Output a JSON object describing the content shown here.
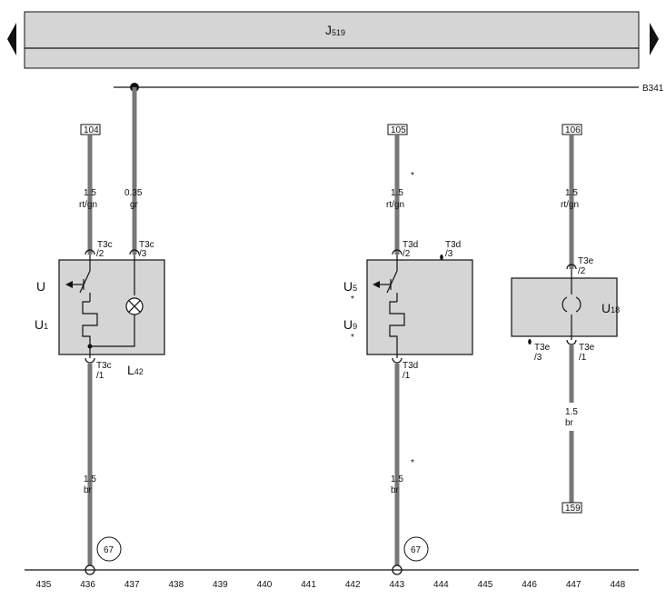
{
  "colors": {
    "wire": "#777777",
    "component_fill": "#d5d5d5",
    "line": "#111111"
  },
  "control_unit": {
    "main": "J",
    "sub": "519"
  },
  "nav": {
    "left_icon": "triangle-left-icon",
    "right_icon": "triangle-right-icon"
  },
  "bus": {
    "label": "B341"
  },
  "connectors": {
    "c104": "104",
    "c105": "105",
    "c106": "106",
    "c159": "159"
  },
  "wires": {
    "w436_top_size": "1.5",
    "w436_top_color": "rt/gn",
    "w437_size": "0.35",
    "w437_color": "gr",
    "w436_bot_size": "1.5",
    "w436_bot_color": "br",
    "w443_top_size": "1.5",
    "w443_top_color": "rt/gn",
    "w443_bot_size": "1.5",
    "w443_bot_color": "br",
    "w447_top_size": "1.5",
    "w447_top_color": "rt/gn",
    "w447_bot_size": "1.5",
    "w447_bot_color": "br"
  },
  "pins": {
    "t3c": "T3c",
    "p2": "/2",
    "p3": "/3",
    "p1": "/1",
    "t3d": "T3d",
    "t3e": "T3e"
  },
  "components": {
    "u": "U",
    "u1_main": "U",
    "u1_sub": "1",
    "l42_main": "L",
    "l42_sub": "42",
    "u5_main": "U",
    "u5_sub": "5",
    "u9_main": "U",
    "u9_sub": "9",
    "u18_main": "U",
    "u18_sub": "18",
    "star": "*"
  },
  "ground_points": {
    "g1": "67",
    "g2": "67"
  },
  "tracks": [
    "435",
    "436",
    "437",
    "438",
    "439",
    "440",
    "441",
    "442",
    "443",
    "444",
    "445",
    "446",
    "447",
    "448"
  ]
}
